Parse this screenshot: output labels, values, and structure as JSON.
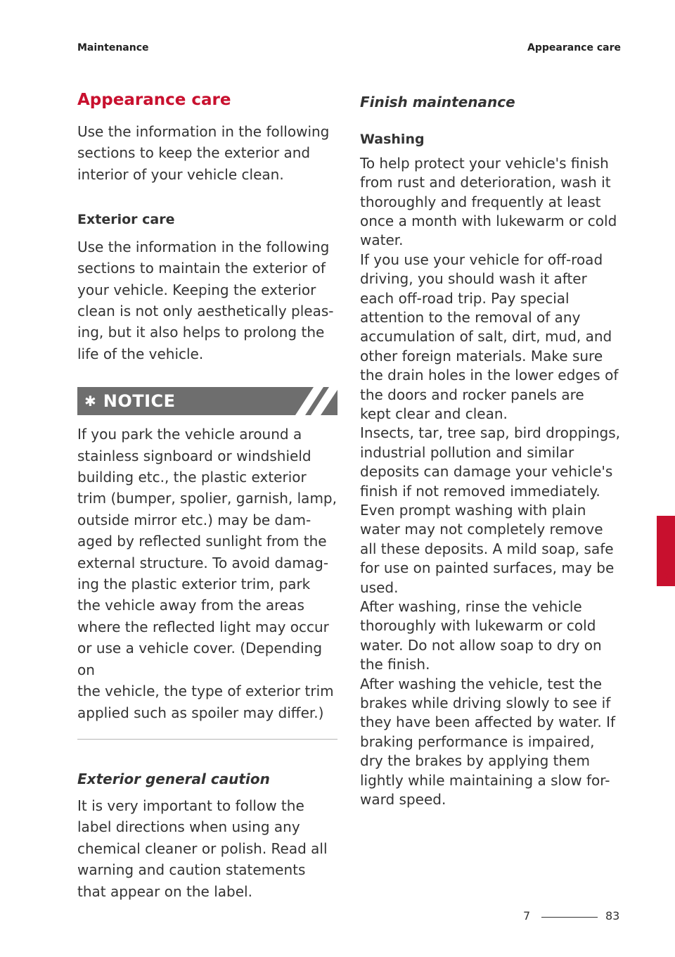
{
  "header": {
    "left": "Maintenance",
    "right": "Appearance care"
  },
  "left_column": {
    "title": "Appearance care",
    "intro": [
      "Use the information in the following",
      "sections to keep the exterior and",
      "interior of your vehicle clean."
    ],
    "exterior_care": {
      "heading": "Exterior care",
      "lines": [
        "Use the information in the following",
        "sections to maintain the exterior of",
        "your vehicle. Keeping the exterior",
        "clean is not only aesthetically pleas-",
        "ing, but it also helps to prolong the",
        "life of the vehicle."
      ]
    },
    "notice": {
      "label": "NOTICE",
      "icon": "asterisk-icon",
      "lines": [
        "If you park the vehicle around a",
        "stainless signboard or windshield",
        "building etc., the plastic exterior",
        "trim (bumper, spolier, garnish, lamp,",
        "outside mirror etc.) may be dam-",
        "aged by reflected sunlight from the",
        "external structure. To avoid damag-",
        "ing the plastic exterior trim, park",
        "the vehicle away from the areas",
        "where the reflected light may occur",
        "or use a vehicle cover. (Depending on",
        "the vehicle, the type of exterior trim",
        "applied such as spoiler may differ.)"
      ]
    },
    "general_caution": {
      "heading": "Exterior general caution",
      "lines": [
        "It is very important to follow the",
        "label directions when using any",
        "chemical cleaner or polish. Read all",
        "warning and caution statements",
        "that appear on the label."
      ]
    }
  },
  "right_column": {
    "title": "Finish maintenance",
    "washing_heading": "Washing",
    "lines": [
      "To help protect your vehicle's finish",
      "from rust and deterioration, wash it",
      "thoroughly and frequently at least",
      "once a month with lukewarm or cold",
      "water.",
      "If you use your vehicle for off-road",
      "driving, you should wash it after",
      "each off-road trip. Pay special",
      "attention to the removal of any",
      "accumulation of salt, dirt, mud, and",
      "other foreign materials. Make sure",
      "the drain holes in the lower edges of",
      "the doors and rocker panels are",
      "kept clear and clean.",
      "Insects, tar, tree sap, bird droppings,",
      "industrial pollution and similar",
      "deposits can damage your vehicle's",
      "finish if not removed immediately.",
      "Even prompt washing with plain",
      "water may not completely remove",
      "all these deposits. A mild soap, safe",
      "for use on painted surfaces, may be",
      "used.",
      "After washing, rinse the vehicle",
      "thoroughly with lukewarm or cold",
      "water. Do not allow soap to dry on",
      "the finish.",
      "After washing the vehicle, test the",
      "brakes while driving slowly to see if",
      "they have been affected by water. If",
      "braking performance is impaired,",
      "dry the brakes by applying them",
      "lightly while maintaining a slow for-",
      "ward speed."
    ]
  },
  "chapter_tab": {
    "number": "7",
    "color": "#c8102e"
  },
  "footer": {
    "chapter": "7",
    "page": "83"
  },
  "colors": {
    "accent": "#c8102e",
    "notice_bar": "#6e6e6e"
  }
}
